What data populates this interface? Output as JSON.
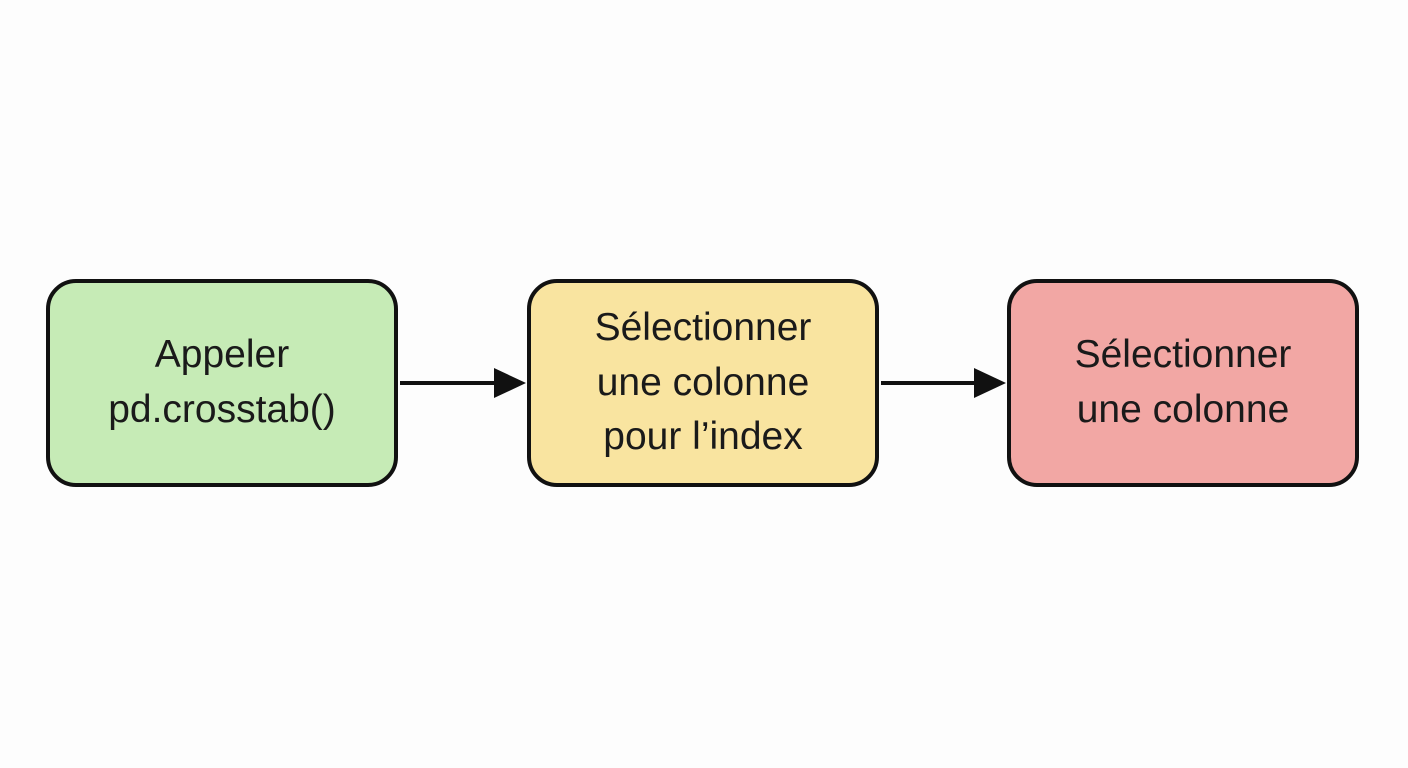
{
  "diagram": {
    "nodes": [
      {
        "id": "node-1",
        "lines": [
          "Appeler",
          "pd.crosstab()"
        ],
        "color": "#c6ebb6"
      },
      {
        "id": "node-2",
        "lines": [
          "Sélectionner",
          "une colonne",
          "pour l’index"
        ],
        "color": "#f9e4a0"
      },
      {
        "id": "node-3",
        "lines": [
          "Sélectionner",
          "une colonne"
        ],
        "color": "#f2a7a4"
      }
    ],
    "edges": [
      {
        "from": "node-1",
        "to": "node-2"
      },
      {
        "from": "node-2",
        "to": "node-3"
      }
    ],
    "stroke_color": "#111111"
  }
}
